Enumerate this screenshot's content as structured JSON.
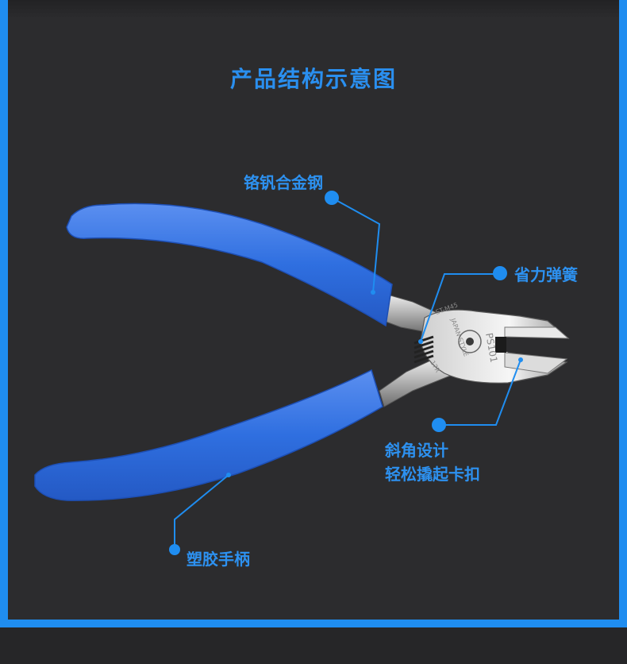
{
  "title": "产品结构示意图",
  "callouts": {
    "steel": "铬钒合金钢",
    "spring": "省力弹簧",
    "bevel_line1": "斜角设计",
    "bevel_line2": "轻松撬起卡扣",
    "handle": "塑胶手柄"
  },
  "engraving": {
    "model": "PS101",
    "style": "JAPAN STYLE",
    "code": "ST-M45",
    "mark": "17R"
  },
  "colors": {
    "accent": "#2a8fef",
    "handle": "#2f6fe0",
    "background": "#2c2c2e"
  }
}
